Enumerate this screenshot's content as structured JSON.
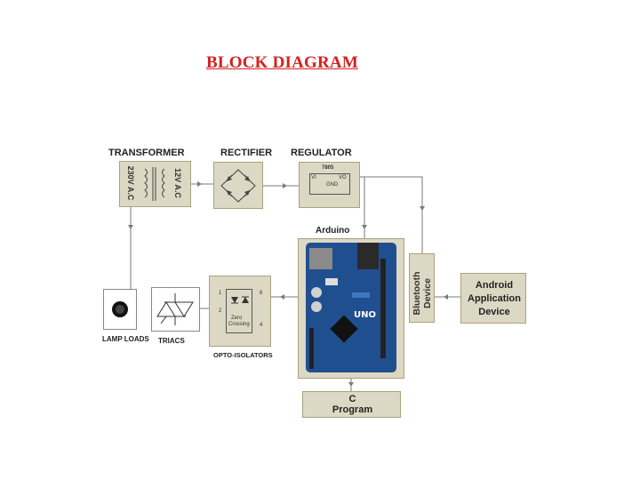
{
  "title": "BLOCK DIAGRAM",
  "blocks": {
    "transformer": {
      "label": "TRANSFORMER",
      "primary": "230V A.C",
      "secondary": "12V A.C"
    },
    "rectifier": {
      "label": "RECTIFIER"
    },
    "regulator": {
      "label": "REGULATOR",
      "part": "7805",
      "pin_vi": "VI",
      "pin_vo": "VO",
      "pin_gnd": "GND"
    },
    "arduino": {
      "label": "Arduino"
    },
    "bluetooth": {
      "label_line1": "Bluetooth",
      "label_line2": "Device"
    },
    "android": {
      "line1": "Android",
      "line2": "Application",
      "line3": "Device"
    },
    "c_program": {
      "line1": "C",
      "line2": "Program"
    },
    "opto": {
      "label": "OPTO-ISOLATORS",
      "inner_line1": "Zero",
      "inner_line2": "Crossing",
      "pin1": "1",
      "pin2": "2",
      "pin6": "6",
      "pin4": "4"
    },
    "triacs": {
      "label": "TRIACS"
    },
    "lamp": {
      "label": "LAMP LOADS"
    }
  },
  "colors": {
    "title": "#d42020",
    "block_fill": "#dcd8c4",
    "block_border": "#a8a27e",
    "wire": "#7a7a7a",
    "board": "#1f4f8f"
  }
}
